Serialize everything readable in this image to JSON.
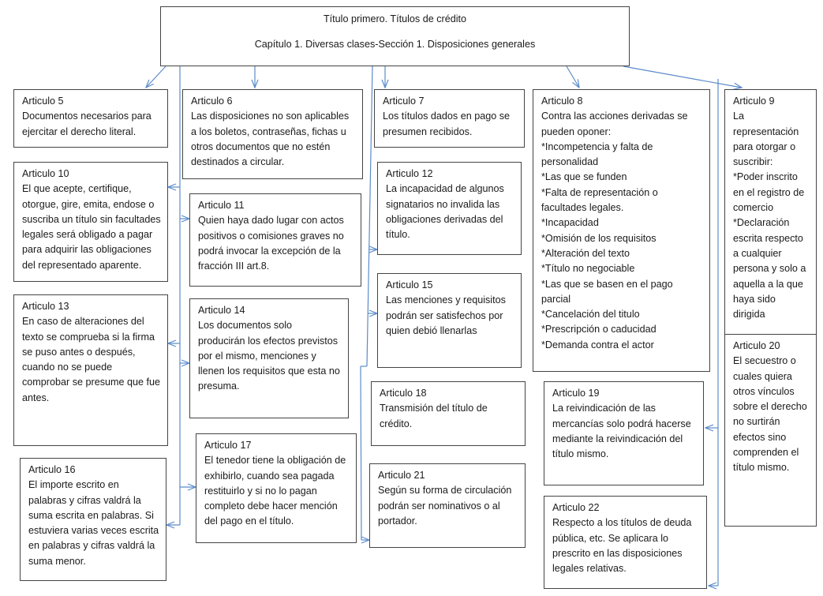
{
  "colors": {
    "connector": "#5b8bc9",
    "border": "#444444"
  },
  "header": {
    "line1": "Título primero. Títulos de crédito",
    "line2": "Capítulo 1. Diversas clases-Sección 1. Disposiciones generales"
  },
  "articles": [
    {
      "id": "a5",
      "title": "Articulo 5",
      "body": "Documentos necesarios para ejercitar el derecho literal."
    },
    {
      "id": "a6",
      "title": "Articulo 6",
      "body": "Las disposiciones no son aplicables a los boletos, contraseñas, fichas u otros documentos que no estén destinados a circular."
    },
    {
      "id": "a7",
      "title": "Articulo 7",
      "body": "Los títulos dados en pago se presumen recibidos."
    },
    {
      "id": "a8",
      "title": "Articulo 8",
      "body": "Contra las acciones derivadas se pueden oponer:\n*Incompetencia y falta de personalidad\n*Las que se funden\n*Falta de representación o facultades legales.\n*Incapacidad\n*Omisión de los requisitos\n*Alteración del texto\n*Título no negociable\n*Las que se basen en el pago parcial\n*Cancelación del titulo\n*Prescripción o caducidad\n*Demanda contra el actor"
    },
    {
      "id": "a9",
      "title": "Articulo 9",
      "body": "La representación para otorgar o suscribir:\n*Poder inscrito en el registro de comercio\n*Declaración escrita respecto a cualquier persona y solo a aquella a la que haya sido dirigida"
    },
    {
      "id": "a10",
      "title": "Articulo 10",
      "body": "El que acepte, certifique, otorgue, gire, emita, endose o suscriba un título sin facultades legales será obligado a pagar para adquirir las obligaciones del representado aparente."
    },
    {
      "id": "a11",
      "title": "Articulo 11",
      "body": "Quien haya dado lugar con actos positivos o comisiones graves no podrá invocar la excepción de la fracción III art.8."
    },
    {
      "id": "a12",
      "title": "Articulo 12",
      "body": "La incapacidad de algunos signatarios no invalida las obligaciones derivadas del título."
    },
    {
      "id": "a13",
      "title": "Articulo 13",
      "body": "En caso de alteraciones del texto se comprueba si la firma se puso antes o después, cuando no se puede comprobar se presume que fue antes."
    },
    {
      "id": "a14",
      "title": "Articulo 14",
      "body": "Los documentos solo producirán los efectos previstos por el mismo, menciones  y llenen los requisitos que esta no presuma."
    },
    {
      "id": "a15",
      "title": "Articulo 15",
      "body": "Las menciones y requisitos podrán ser satisfechos por quien debió llenarlas"
    },
    {
      "id": "a16",
      "title": "Articulo 16",
      "body": "El importe escrito en palabras y cifras valdrá la suma escrita en palabras. Si estuviera varias veces escrita en palabras y cifras valdrá la suma menor."
    },
    {
      "id": "a17",
      "title": "Articulo 17",
      "body": "El tenedor tiene la obligación de exhibirlo, cuando sea pagada restituirlo y si no lo pagan completo debe hacer mención del pago en el título."
    },
    {
      "id": "a18",
      "title": "Articulo 18",
      "body": "Transmisión del título de crédito."
    },
    {
      "id": "a19",
      "title": "Articulo 19",
      "body": "La reivindicación de las mercancías solo podrá hacerse mediante la reivindicación del título mismo."
    },
    {
      "id": "a20",
      "title": "Articulo 20",
      "body": "El secuestro o cuales quiera otros vínculos sobre el derecho no surtirán efectos sino comprenden el título mismo."
    },
    {
      "id": "a21",
      "title": "Articulo 21",
      "body": "Según su forma de circulación podrán ser nominativos o al portador."
    },
    {
      "id": "a22",
      "title": "Articulo 22",
      "body": "Respecto a los títulos de deuda pública, etc. Se aplicara lo prescrito en las disposiciones legales relativas."
    }
  ]
}
